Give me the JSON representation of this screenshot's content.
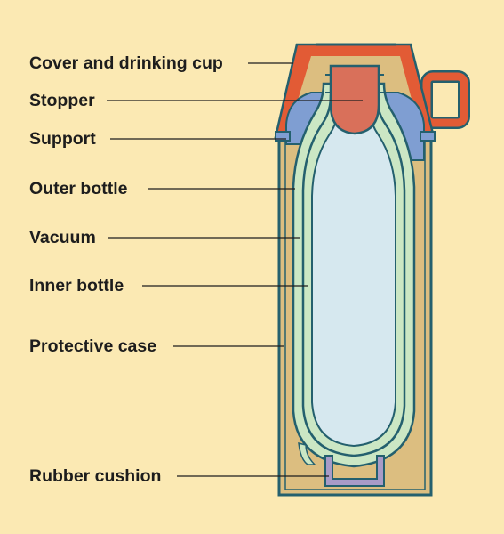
{
  "labels": {
    "cover": "Cover and drinking cup",
    "stopper": "Stopper",
    "support": "Support",
    "outer_bottle": "Outer bottle",
    "vacuum": "Vacuum",
    "inner_bottle": "Inner bottle",
    "protective_case": "Protective case",
    "rubber_cushion": "Rubber cushion"
  },
  "colors": {
    "background": "#fbe9b3",
    "cover": "#e25b35",
    "stopper": "#d9705a",
    "body_tan": "#dcbe80",
    "support_blue": "#7f9ed2",
    "outline": "#24606e",
    "vacuum_green": "#cbe7c4",
    "liquid": "#d6e8ef",
    "cushion": "#a89bc7"
  }
}
